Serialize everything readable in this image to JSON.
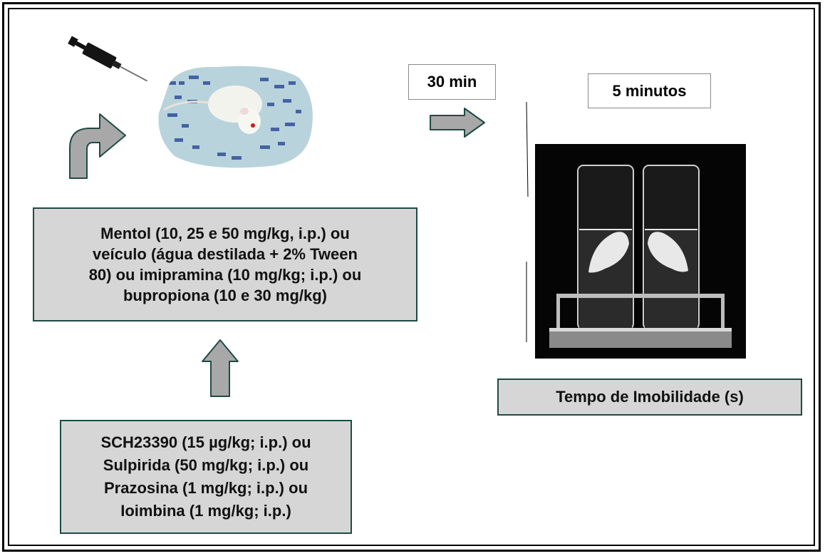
{
  "steps": {
    "time_after_treatment": "30 min",
    "test_duration": "5 minutos"
  },
  "treatment": {
    "lines": [
      "Mentol (10, 25 e 50 mg/kg, i.p.) ou",
      "veículo (água destilada + 2% Tween",
      "80) ou imipramina (10 mg/kg; i.p.) ou",
      "bupropiona (10 e 30 mg/kg)"
    ]
  },
  "antagonists": {
    "lines": [
      "SCH23390 (15 µg/kg; i.p.) ou",
      "Sulpirida (50 mg/kg; i.p.) ou",
      "Prazosina (1 mg/kg; i.p.) ou",
      "Ioimbina (1 mg/kg; i.p.)"
    ]
  },
  "outcome": {
    "label": "Tempo de Imobilidade (s)"
  },
  "colors": {
    "box_fill": "#d6d6d6",
    "box_border": "#1f4a45",
    "arrow_fill": "#a8a8a8",
    "arrow_stroke": "#1f4a45"
  },
  "icons": {
    "syringe": "syringe-icon",
    "mouse": "mouse-photo",
    "forced_swim": "forced-swim-photo"
  }
}
